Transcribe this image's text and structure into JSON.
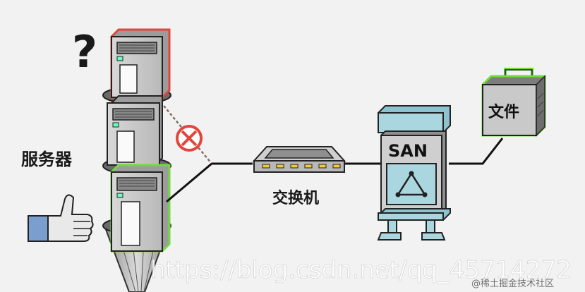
{
  "labels": {
    "question_mark": "?",
    "servers": "服务器",
    "switch": "交换机",
    "san": "SAN",
    "file": "文件"
  },
  "watermark": {
    "url": "https://blog.csdn.net/qq_45714272",
    "site": "@稀土掘金技术社区"
  },
  "colors": {
    "background": "#f2f2f2",
    "failed_server_outline": "#e2453b",
    "healthy_outline": "#6fdc3a",
    "san_body": "#a9d6df",
    "san_dark": "#8cc3cf",
    "broken_link": "#e2453b"
  },
  "icons": {
    "failed_link": "no-entry-icon",
    "approval": "thumbs-up-icon",
    "san_network": "triangle-network-icon"
  }
}
